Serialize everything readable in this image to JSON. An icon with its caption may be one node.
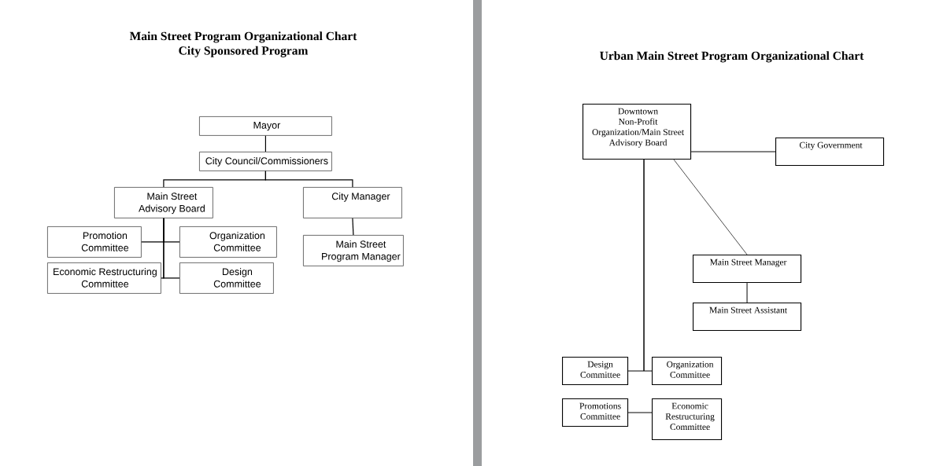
{
  "diagram": {
    "title": "Main Street Program Organizational Chart",
    "nodes": [
      {
        "text": [
          "Mayor"
        ]
      },
      {
        "text": [
          "City Council/Commissioners"
        ]
      },
      {
        "text": [
          "Main Street Advisory Board"
        ]
      },
      {
        "text": [
          "City Manager"
        ]
      },
      {
        "text": [
          "Promotion Committee"
        ]
      },
      {
        "text": [
          "Organization Committee"
        ]
      },
      {
        "text": [
          "Economic Restructuring Committee"
        ]
      },
      {
        "text": [
          "Design Committee"
        ]
      },
      {
        "text": [
          "Main Street Program Manager"
        ]
      },
      {
        "text": [
          "Downtown Non-Profit Organization/Main Street Advisory Board"
        ]
      },
      {
        "text": [
          "City Government"
        ]
      },
      {
        "text": [
          "Main Street Manager"
        ]
      },
      {
        "text": [
          "Main Street Assistant"
        ]
      },
      {
        "text": [
          "Design Committee"
        ]
      },
      {
        "text": [
          "Organization Committee"
        ]
      },
      {
        "text": [
          "Promotions Committee"
        ]
      },
      {
        "text": [
          "Economic Restructuring Committee"
        ]
      }
    ],
    "edges": [
      {
        "from": 0,
        "to": 1,
        "arrow": "none"
      },
      {
        "from": 1,
        "to": 2,
        "arrow": "none"
      },
      {
        "from": 1,
        "to": 3,
        "arrow": "none"
      },
      {
        "from": 2,
        "to": 4,
        "arrow": "none"
      },
      {
        "from": 2,
        "to": 5,
        "arrow": "none"
      },
      {
        "from": 2,
        "to": 6,
        "arrow": "none"
      },
      {
        "from": 2,
        "to": 7,
        "arrow": "none"
      },
      {
        "from": 3,
        "to": 8,
        "arrow": "none"
      },
      {
        "from": 9,
        "to": 10,
        "arrow": "none"
      },
      {
        "from": 9,
        "to": 11,
        "arrow": "none"
      },
      {
        "from": 11,
        "to": 12,
        "arrow": "none"
      },
      {
        "from": 9,
        "to": 13,
        "arrow": "none"
      },
      {
        "from": 9,
        "to": 14,
        "arrow": "none"
      },
      {
        "from": 15,
        "to": 16,
        "arrow": "none"
      }
    ],
    "labels": [
      "City Sponsored Program",
      "Urban Main Street Program Organizational Chart"
    ]
  }
}
